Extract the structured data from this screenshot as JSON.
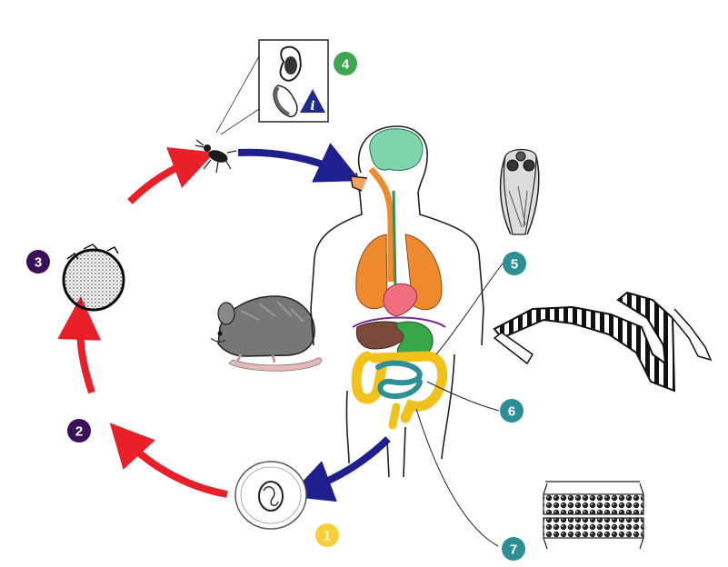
{
  "colors": {
    "red_arrow": "#e8202a",
    "blue_arrow": "#1f1f8f",
    "purple_badge": "#3b1058",
    "green_badge": "#3fa553",
    "teal_badge": "#2d8f94",
    "yellow_badge": "#f6cf3c",
    "brain": "#7fd6ad",
    "lungs": "#f08a2e",
    "heart": "#ef6f7e",
    "liver": "#7a4a3a",
    "stomach": "#3aa64a",
    "small_intestine": "#2e8f94",
    "large_intestine": "#f2c21c",
    "diaphragm": "#7a2b8f",
    "info_triangle": "#1f2b8f"
  },
  "stages": [
    {
      "number": "1",
      "color": "yellow",
      "depicts": "egg"
    },
    {
      "number": "2",
      "color": "purple",
      "depicts": "egg-ingested"
    },
    {
      "number": "3",
      "color": "purple",
      "depicts": "oncosphere-hatching"
    },
    {
      "number": "4",
      "color": "green",
      "depicts": "cysticercoid-in-insect"
    },
    {
      "number": "5",
      "color": "teal",
      "depicts": "scolex"
    },
    {
      "number": "6",
      "color": "teal",
      "depicts": "adult-in-small-intestine"
    },
    {
      "number": "7",
      "color": "teal",
      "depicts": "gravid-proglottids"
    }
  ],
  "info_symbol": "i",
  "icons": [
    "insect-host-icon",
    "rat-icon",
    "human-figure-icon",
    "egg-icon",
    "oncosphere-icon",
    "scolex-icon",
    "adult-worm-icon",
    "proglottid-icon"
  ]
}
